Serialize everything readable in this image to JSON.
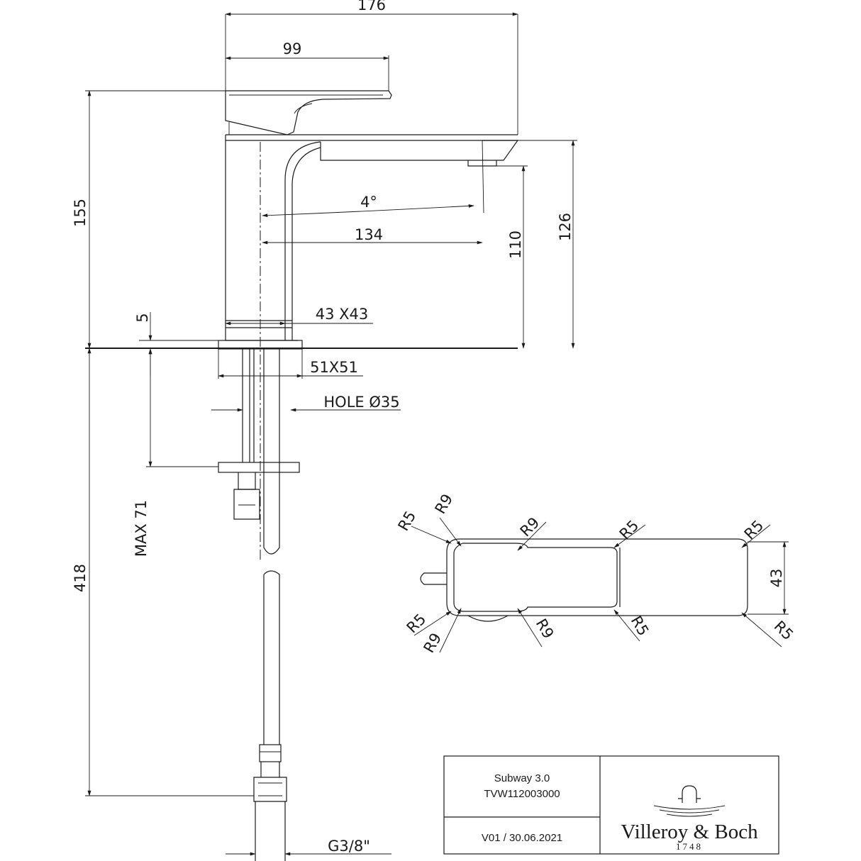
{
  "dimensions": {
    "overall_length": "176",
    "handle_length": "99",
    "total_height": "155",
    "spout_angle": "4°",
    "spout_reach": "134",
    "spout_clearance": "110",
    "spout_top": "126",
    "body_section": "43 X43",
    "escutcheon_offset": "5",
    "base_size": "51X51",
    "hole": "HOLE Ø35",
    "max_deck": "MAX 71",
    "hose_length": "418",
    "connection": "G3/8\"",
    "plan_width": "43",
    "radius_9": "R9",
    "radius_5": "R5"
  },
  "title_block": {
    "product_name": "Subway 3.0",
    "product_code": "TVW112003000",
    "revision": "V01 / 30.06.2021",
    "brand": "Villeroy & Boch",
    "brand_year": "1748"
  }
}
